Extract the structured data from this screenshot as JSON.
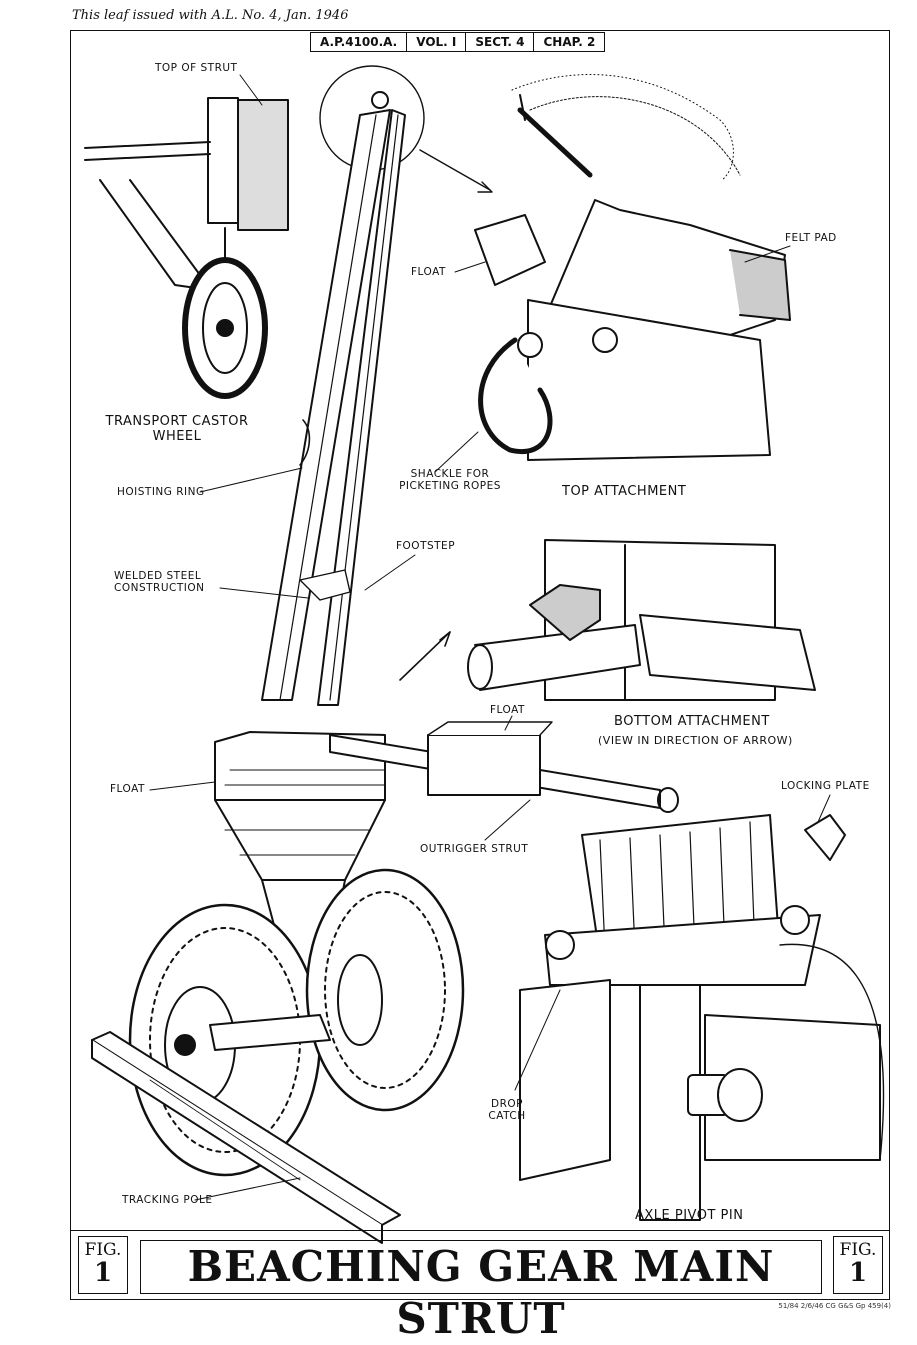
{
  "header": {
    "issued_note": "This leaf issued with A.L. No. 4,  Jan. 1946",
    "ref_cells": [
      "A.P.4100.A.",
      "VOL. I",
      "SECT. 4",
      "CHAP. 2"
    ]
  },
  "labels": {
    "top_of_strut": "TOP OF STRUT",
    "float_top": "FLOAT",
    "felt_pad": "FELT PAD",
    "transport_castor_wheel_1": "TRANSPORT CASTOR",
    "transport_castor_wheel_2": "WHEEL",
    "hoisting_ring": "HOISTING RING",
    "shackle_1": "SHACKLE FOR",
    "shackle_2": "PICKETING ROPES",
    "top_attachment": "TOP ATTACHMENT",
    "footstep": "FOOTSTEP",
    "welded_1": "WELDED STEEL",
    "welded_2": "CONSTRUCTION",
    "float_mid": "FLOAT",
    "bottom_attachment": "BOTTOM ATTACHMENT",
    "view_direction": "(VIEW IN DIRECTION OF ARROW)",
    "float_left": "FLOAT",
    "locking_plate": "LOCKING PLATE",
    "outrigger_strut": "OUTRIGGER STRUT",
    "drop_catch_1": "DROP",
    "drop_catch_2": "CATCH",
    "tracking_pole": "TRACKING POLE",
    "axle_pivot_pin": "AXLE PIVOT PIN"
  },
  "title_block": {
    "fig_word": "FIG.",
    "fig_number": "1",
    "title": "BEACHING GEAR MAIN STRUT"
  },
  "footer_note": "51/84  2/6/46  CG  G&S  Gp 459(4)"
}
